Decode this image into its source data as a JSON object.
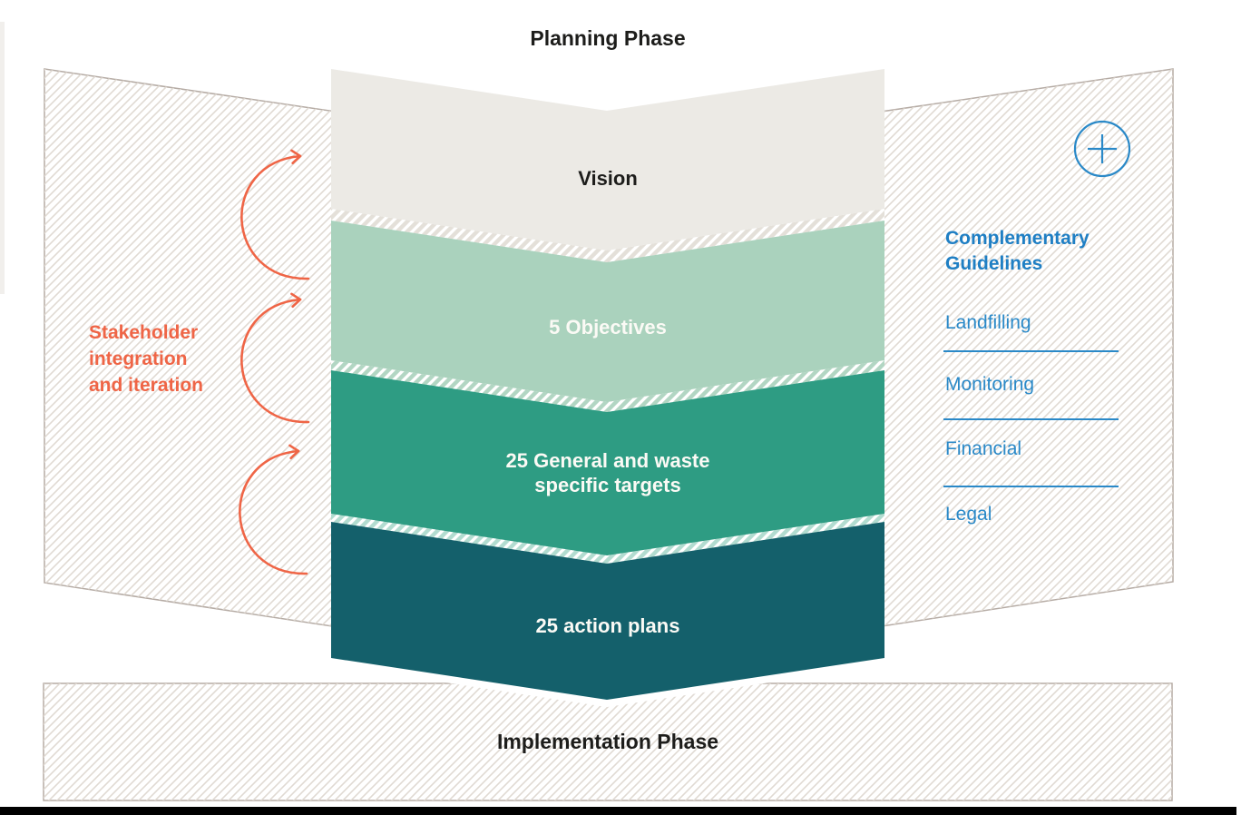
{
  "titles": {
    "planning": "Planning Phase",
    "implementation": "Implementation Phase"
  },
  "funnel": {
    "steps": [
      {
        "label": "Vision"
      },
      {
        "label": "5 Objectives"
      },
      {
        "label": "25 General and waste\nspecific targets"
      },
      {
        "label": "25 action plans"
      }
    ]
  },
  "stakeholder": {
    "note": "Stakeholder\nintegration\nand iteration"
  },
  "guidelines": {
    "heading": "Complementary\nGuidelines",
    "plus_icon": "plus-circle-icon",
    "items": [
      {
        "label": "Landfilling"
      },
      {
        "label": "Monitoring"
      },
      {
        "label": "Financial"
      },
      {
        "label": "Legal"
      }
    ]
  },
  "colors": {
    "step_vision": "#ECEAE5",
    "step_objectives": "#AAD2BD",
    "step_targets": "#2E9C83",
    "step_actions": "#14606B",
    "gap_stripe_1": "#DDD8D0",
    "gap_stripe_2": "#AAD2BD",
    "gap_stripe_3": "#7FC4B1",
    "accent_orange": "#EF6546",
    "accent_blue": "#2A89C8",
    "hatch_line": "#E0DAD3",
    "panel_border": "#B5ABA4",
    "panel_fill": "#FFFFFF",
    "halo_white": "#FFFFFF",
    "bottom_bar": "#000000"
  }
}
